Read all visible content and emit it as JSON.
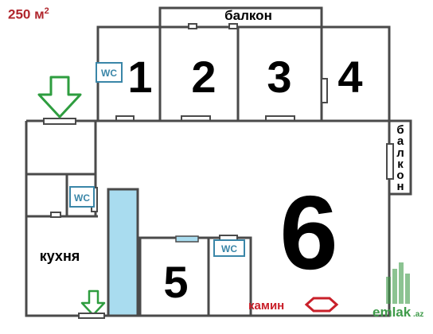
{
  "area": {
    "value": "250 м",
    "superscript": "2"
  },
  "labels": {
    "balcony_top": "балкон",
    "balcony_right": [
      "б",
      "а",
      "л",
      "к",
      "о",
      "н"
    ],
    "kitchen": "кухня",
    "fireplace": "камин",
    "wc": "WC"
  },
  "rooms": [
    "1",
    "2",
    "3",
    "4",
    "5",
    "6"
  ],
  "logo": {
    "brand": "emlak",
    "tld": ".az"
  },
  "colors": {
    "area_text": "#b0262d",
    "fireplace": "#c9202a",
    "arrow": "#2e9d3f",
    "pool": "#a9dcef",
    "wall": "#4a4a4a",
    "wc": "#3a86a8",
    "logo_green": "#3f9b4a"
  }
}
